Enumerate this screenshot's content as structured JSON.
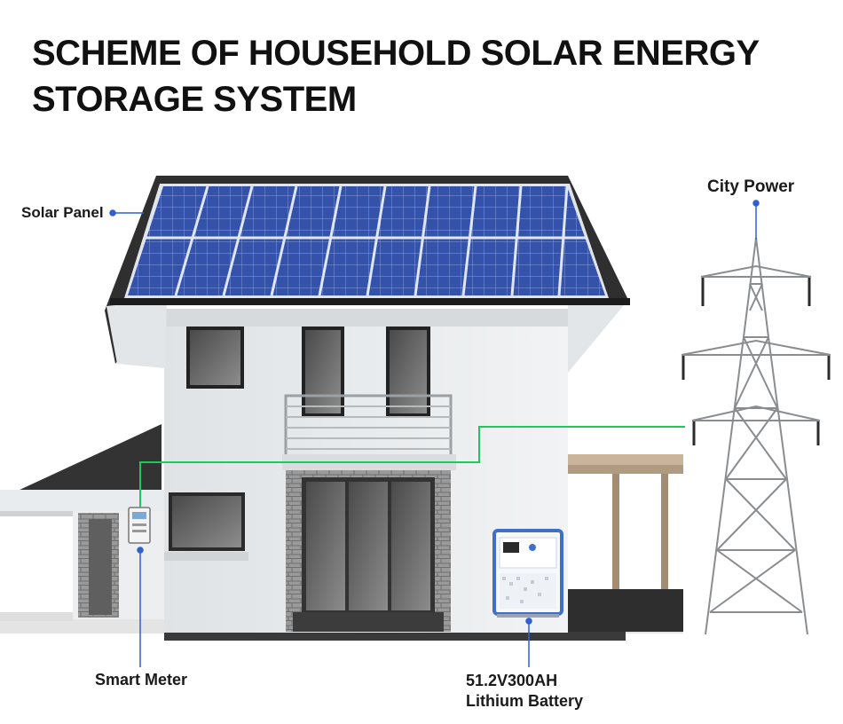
{
  "title": "SCHEME OF HOUSEHOLD SOLAR ENERGY STORAGE SYSTEM",
  "labels": {
    "solar_panel": "Solar Panel",
    "city_power": "City Power",
    "smart_meter": "Smart Meter",
    "battery_line1": "51.2V300AH",
    "battery_line2": "Lithium Battery"
  },
  "colors": {
    "connection_line": "#22c55e",
    "callout": "#2f5fd0",
    "panel_blue": "#2f4fa8",
    "roof": "#2b2b2b",
    "wall": "#e9ecee",
    "stone": "#8d8d8d",
    "battery_frame": "#3f6fc9"
  }
}
